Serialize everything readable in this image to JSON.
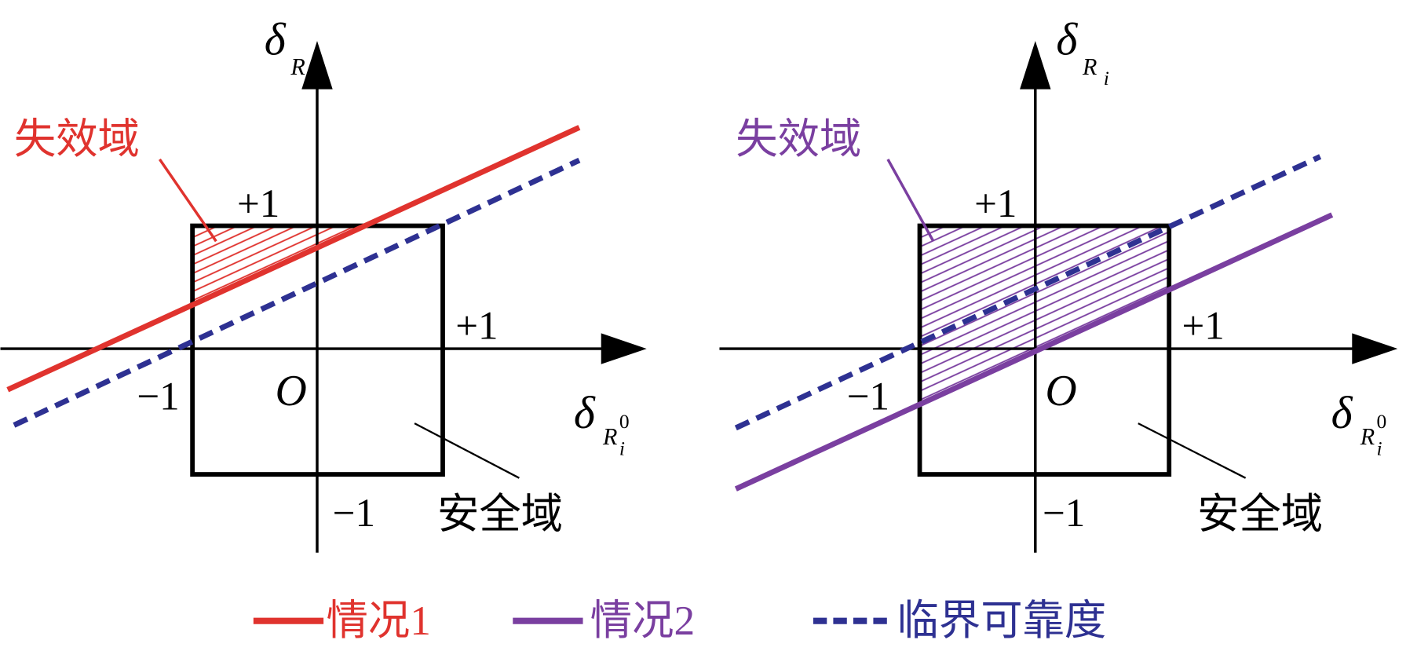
{
  "colors": {
    "case1": "#e0332e",
    "case2": "#7a3fa0",
    "critical": "#2e3192",
    "axis": "#000000"
  },
  "axes": {
    "y_symbol": "δ",
    "y_sub": "R",
    "y_subsub": "i",
    "x_symbol": "δ",
    "x_sub": "R",
    "x_sup": "0",
    "x_subsub": "i",
    "origin": "O",
    "plus_one": "+1",
    "minus_one": "−1"
  },
  "left_panel": {
    "failure_label": "失效域",
    "safe_label": "安全域"
  },
  "right_panel": {
    "failure_label": "失效域",
    "safe_label": "安全域"
  },
  "legend": [
    {
      "label": "情况1",
      "style": "solid",
      "color": "#e0332e"
    },
    {
      "label": "情况2",
      "style": "solid",
      "color": "#7a3fa0"
    },
    {
      "label": "临界可靠度",
      "style": "dashed",
      "color": "#2e3192"
    }
  ]
}
